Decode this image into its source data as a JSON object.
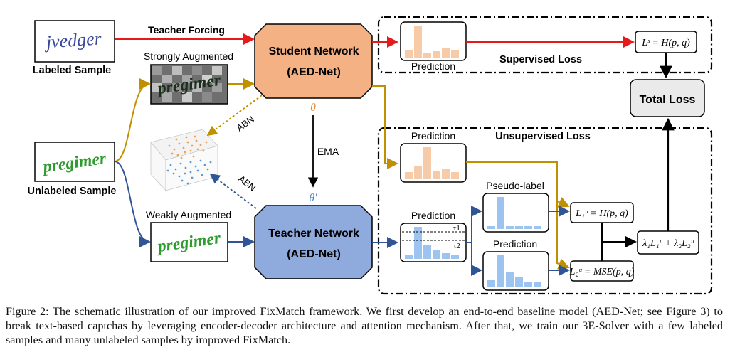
{
  "figure": {
    "labeled_sample": "Labeled Sample",
    "labeled_captcha": "jvedger",
    "unlabeled_sample": "Unlabeled Sample",
    "unlabeled_captcha": "pregimer",
    "teacher_forcing": "Teacher Forcing",
    "strongly_augmented": "Strongly Augmented",
    "weakly_augmented": "Weakly Augmented",
    "student_title": "Student Network",
    "student_sub": "(AED-Net)",
    "teacher_title": "Teacher Network",
    "teacher_sub": "(AED-Net)",
    "theta": "θ",
    "theta_prime": "θ′",
    "ema": "EMA",
    "abn": "ABN",
    "prediction": "Prediction",
    "pseudo_label": "Pseudo-label",
    "supervised_loss": "Supervised Loss",
    "unsupervised_loss": "Unsupervised Loss",
    "total_loss": "Total Loss",
    "tau1": "τ1",
    "tau2": "τ2",
    "eq_ls": "Lˢ = H(p, q)",
    "eq_l1": "L₁ᵘ = H(p, q)",
    "eq_l2": "L₂ᵘ = MSE(p, q)",
    "eq_combined": "λ₁L₁ᵘ + λ₂L₂ᵘ"
  },
  "colors": {
    "student_fill": "#f4b183",
    "teacher_fill": "#8faadc",
    "orange_arrow": "#bf9000",
    "blue_arrow": "#2f5597",
    "red_arrow": "#e41a1c",
    "bar_orange": "#f8cba8",
    "bar_blue": "#9dc3f0"
  },
  "caption": "Figure 2: The schematic illustration of our improved FixMatch framework. We first develop an end-to-end baseline model (AED-Net; see Figure 3) to break text-based captchas by leveraging encoder-decoder architecture and attention mechanism. After that, we train our 3E-Solver with a few labeled samples and many unlabeled samples by improved FixMatch."
}
